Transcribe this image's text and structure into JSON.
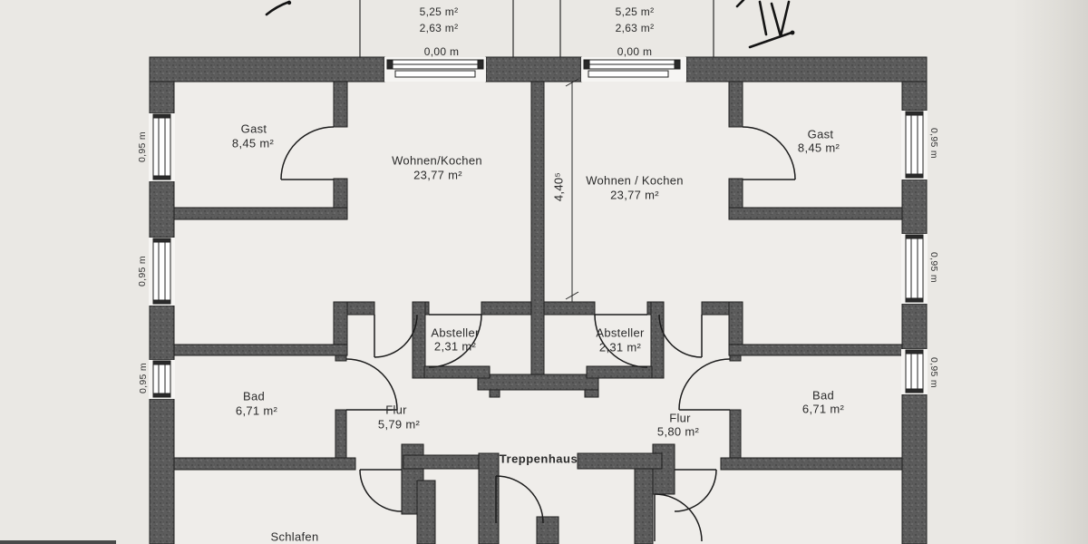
{
  "meta": {
    "document_type": "floor-plan-scan",
    "language": "de"
  },
  "handwriting": {
    "top_right_mark": "IV"
  },
  "balconies": [
    {
      "side": "left",
      "area1": "5,25 m²",
      "area2": "2,63 m²",
      "level": "0,00 m"
    },
    {
      "side": "right",
      "area1": "5,25 m²",
      "area2": "2,63 m²",
      "level": "0,00 m"
    }
  ],
  "rooms": [
    {
      "id": "gast-left",
      "name": "Gast",
      "area": "8,45 m²"
    },
    {
      "id": "wohnen-left",
      "name": "Wohnen/Kochen",
      "area": "23,77 m²"
    },
    {
      "id": "absteller-left",
      "name": "Absteller",
      "area": "2,31 m²"
    },
    {
      "id": "bad-left",
      "name": "Bad",
      "area": "6,71 m²"
    },
    {
      "id": "flur-left",
      "name": "Flur",
      "area": "5,79 m²"
    },
    {
      "id": "schlafen-left",
      "name": "Schlafen",
      "area": ""
    },
    {
      "id": "wohnen-right",
      "name": "Wohnen / Kochen",
      "area": "23,77 m²"
    },
    {
      "id": "gast-right",
      "name": "Gast",
      "area": "8,45 m²"
    },
    {
      "id": "absteller-right",
      "name": "Absteller",
      "area": "2,31 m²"
    },
    {
      "id": "bad-right",
      "name": "Bad",
      "area": "6,71 m²"
    },
    {
      "id": "flur-right",
      "name": "Flur",
      "area": "5,80 m²"
    },
    {
      "id": "treppenhaus",
      "name": "Treppenhaus",
      "area": ""
    }
  ],
  "dimensions": {
    "window_width": "0,95 m",
    "center_height": "4,40⁵"
  },
  "colors": {
    "wall": "#5c5c5c",
    "line": "#1f1f1f",
    "paper": "#eae8e4",
    "room_fill": "#efedea"
  }
}
